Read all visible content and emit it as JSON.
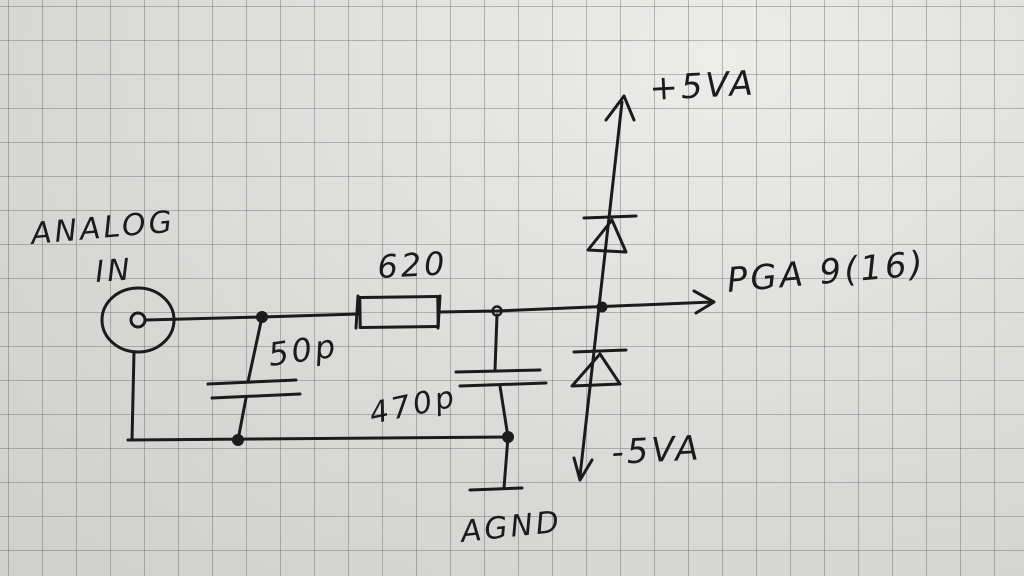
{
  "labels": {
    "input_line1": "ANALOG",
    "input_line2": "IN",
    "resistor": "620",
    "cap_input": "50p",
    "cap_filter": "470p",
    "pos_rail": "+5VA",
    "neg_rail": "-5VA",
    "output": "PGA 9(16)",
    "ground": "AGND"
  },
  "colors": {
    "ink": "#1b1b1b",
    "paper": "#dcdcda",
    "grid": "#5a5a5a"
  }
}
